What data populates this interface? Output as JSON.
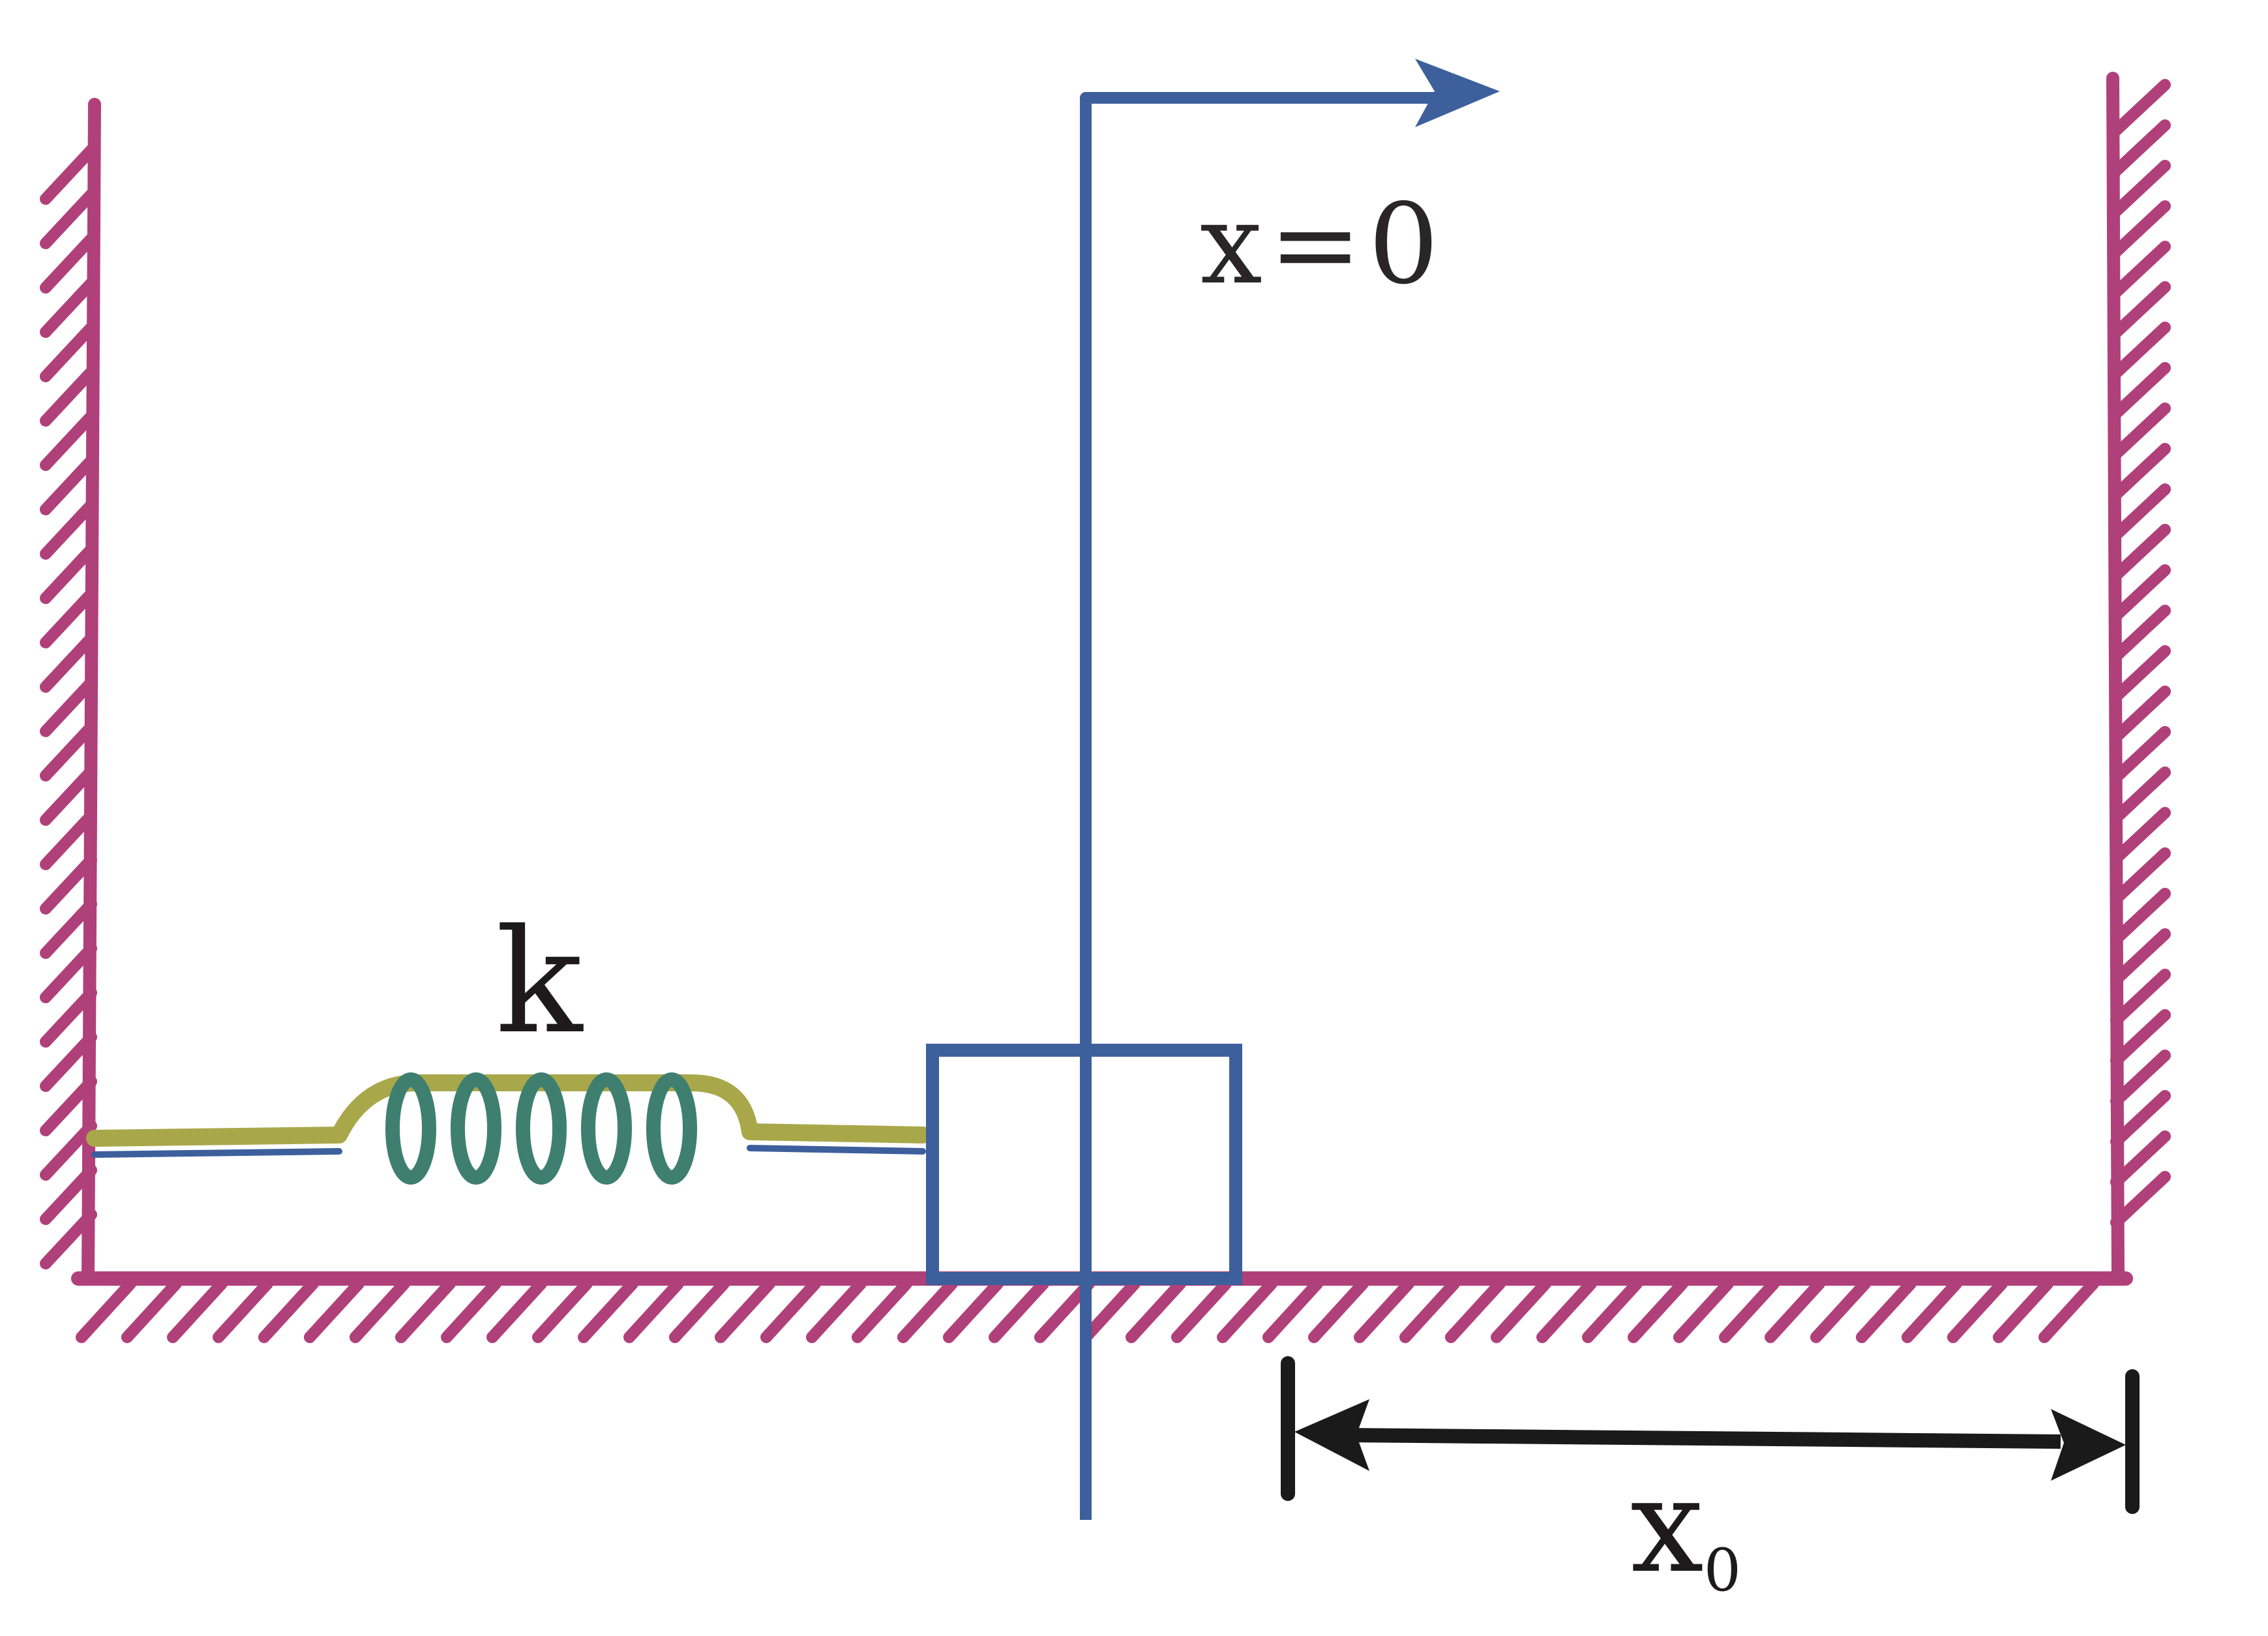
{
  "diagram": {
    "origin_label": "x=0",
    "spring_label": "k",
    "distance_label": "x",
    "distance_subscript": "0",
    "colors": {
      "walls": "#b0407a",
      "axis": "#3d5f9c",
      "spring_outer": "#a8a84a",
      "spring_inner": "#3f7f70",
      "block": "#3d5f9c",
      "dimension_arrow": "#1a1a1a"
    }
  }
}
